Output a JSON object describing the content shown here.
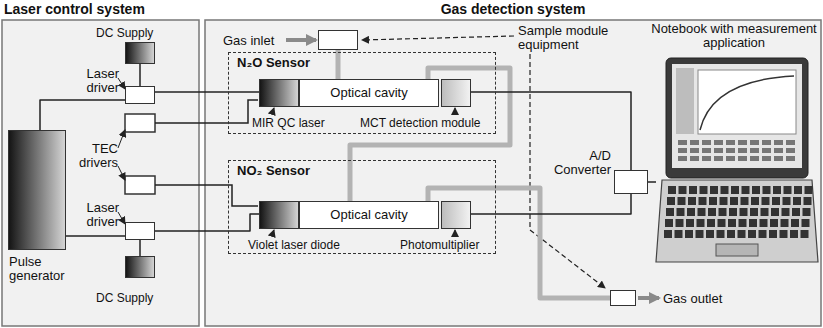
{
  "diagram": {
    "nodes": [
      {
        "text": [
          "Laser control system"
        ]
      },
      {
        "text": [
          "Gas detection system"
        ]
      },
      {
        "text": [
          "Pulse generator"
        ],
        "in": 0
      },
      {
        "text": [
          "DC Supply"
        ],
        "in": 0
      },
      {
        "text": [
          "Laser driver"
        ],
        "in": 0
      },
      {
        "text": [
          "Laser driver"
        ],
        "in": 0
      },
      {
        "text": [
          "DC Supply"
        ],
        "in": 0
      },
      {
        "text": [
          "N₂O Sensor"
        ],
        "in": 1
      },
      {
        "text": [
          "MIR QC laser"
        ],
        "in": 7
      },
      {
        "text": [
          "Optical cavity"
        ],
        "in": 7
      },
      {
        "text": [
          "MCT detection module"
        ],
        "in": 7
      },
      {
        "text": [
          "NO₂ Sensor"
        ],
        "in": 1
      },
      {
        "text": [
          "Violet laser diode"
        ],
        "in": 11
      },
      {
        "text": [
          "Optical cavity"
        ],
        "in": 11
      },
      {
        "text": [
          "Photomultiplier"
        ],
        "in": 11
      },
      {
        "text": [
          "Gas inlet"
        ],
        "in": 1
      },
      {
        "text": [
          "A/D Converter"
        ],
        "in": 1
      },
      {
        "text": [
          "Notebook with measurement application"
        ],
        "in": 1
      },
      {
        "text": [
          "Gas outlet"
        ],
        "in": 1
      }
    ],
    "edges": [
      {
        "from": 2,
        "to": 4,
        "arrow": "none"
      },
      {
        "from": 2,
        "to": 5,
        "arrow": "none"
      },
      {
        "from": 3,
        "to": 4,
        "arrow": "none"
      },
      {
        "from": 6,
        "to": 5,
        "arrow": "none"
      },
      {
        "from": 4,
        "to": 8,
        "arrow": "none"
      },
      {
        "from": 5,
        "to": 12,
        "arrow": "none"
      },
      {
        "from": 15,
        "to": 9,
        "arrow": "none"
      },
      {
        "from": 9,
        "to": 13,
        "arrow": "none"
      },
      {
        "from": 13,
        "to": 18,
        "arrow": "none"
      },
      {
        "from": 10,
        "to": 16,
        "arrow": "none"
      },
      {
        "from": 14,
        "to": 16,
        "arrow": "none"
      },
      {
        "from": 16,
        "to": 17,
        "arrow": "none"
      }
    ],
    "labels": [
      "TEC drivers",
      "Sample module equipment"
    ]
  }
}
